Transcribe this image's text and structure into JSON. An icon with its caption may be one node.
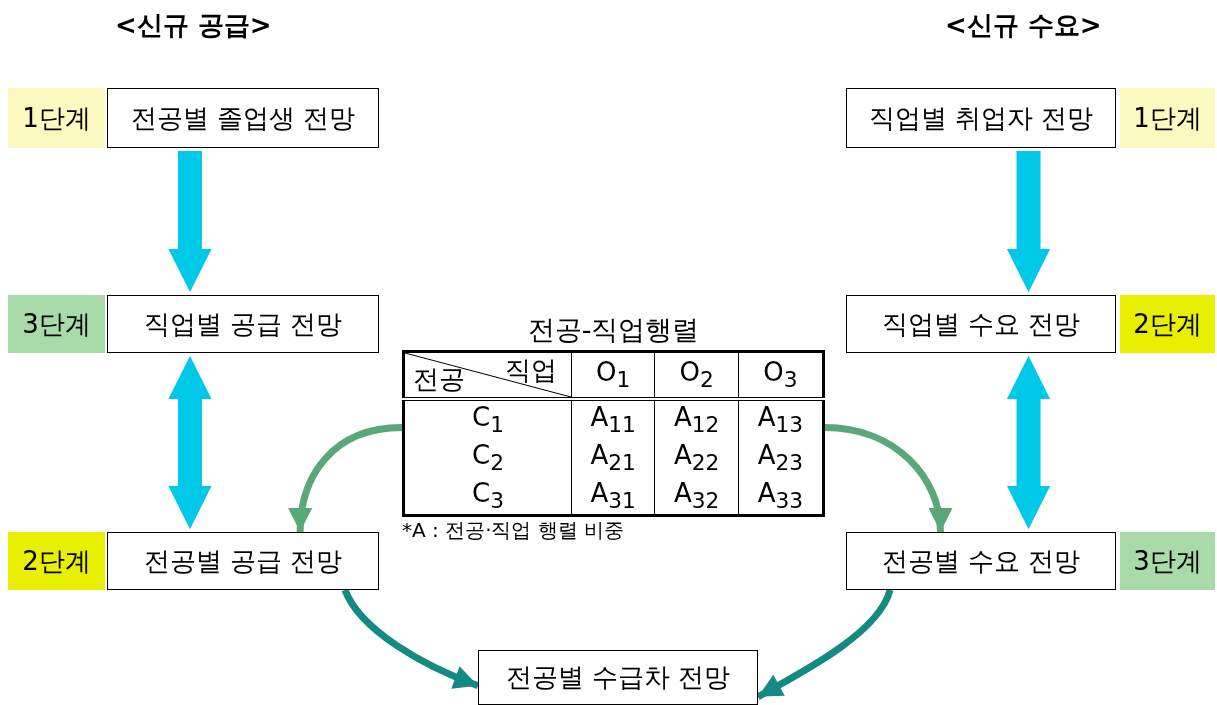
{
  "diagram": {
    "nodes": [
      {
        "text": [
          "1단계"
        ]
      },
      {
        "text": [
          "전공별 졸업생 전망"
        ]
      },
      {
        "text": [
          "직업별 취업자 전망"
        ]
      },
      {
        "text": [
          "1단계"
        ]
      },
      {
        "text": [
          "3단계"
        ]
      },
      {
        "text": [
          "직업별 공급 전망"
        ]
      },
      {
        "text": [
          "직업별 수요 전망"
        ]
      },
      {
        "text": [
          "2단계"
        ]
      },
      {
        "text": [
          "전공-직업행렬"
        ],
        "beside": [
          "*A : 전공·직업 행렬 비중"
        ]
      },
      {
        "text": [
          "2단계"
        ]
      },
      {
        "text": [
          "전공별 공급 전망"
        ]
      },
      {
        "text": [
          "전공별 수요 전망"
        ]
      },
      {
        "text": [
          "3단계"
        ]
      },
      {
        "text": [
          "전공별 수급차 전망"
        ]
      }
    ],
    "edges": [
      {
        "from": 1,
        "to": 5,
        "arrow": "to",
        "style": "thick"
      },
      {
        "from": 2,
        "to": 6,
        "arrow": "to",
        "style": "thick"
      },
      {
        "from": 5,
        "to": 10,
        "arrow": "both",
        "style": "thick"
      },
      {
        "from": 6,
        "to": 11,
        "arrow": "both",
        "style": "thick"
      },
      {
        "from": 8,
        "to": 10,
        "arrow": "to",
        "color": "#5aa878"
      },
      {
        "from": 8,
        "to": 11,
        "arrow": "to",
        "color": "#5aa878"
      },
      {
        "from": 10,
        "to": 13,
        "arrow": "to",
        "color": "#138a84"
      },
      {
        "from": 11,
        "to": 13,
        "arrow": "to",
        "color": "#138a84"
      }
    ],
    "labels": [
      "<신규 공급>",
      "<신규 수요>",
      "전공",
      "직업",
      "O$_{1}$",
      "O$_{2}$",
      "O$_{3}$",
      "C$_{1}$",
      "A$_{11}$",
      "A$_{12}$",
      "A$_{13}$",
      "C$_{2}$",
      "A$_{21}$",
      "A$_{22}$",
      "A$_{23}$",
      "C$_{3}$",
      "A$_{31}$",
      "A$_{32}$",
      "A$_{33}$"
    ]
  }
}
